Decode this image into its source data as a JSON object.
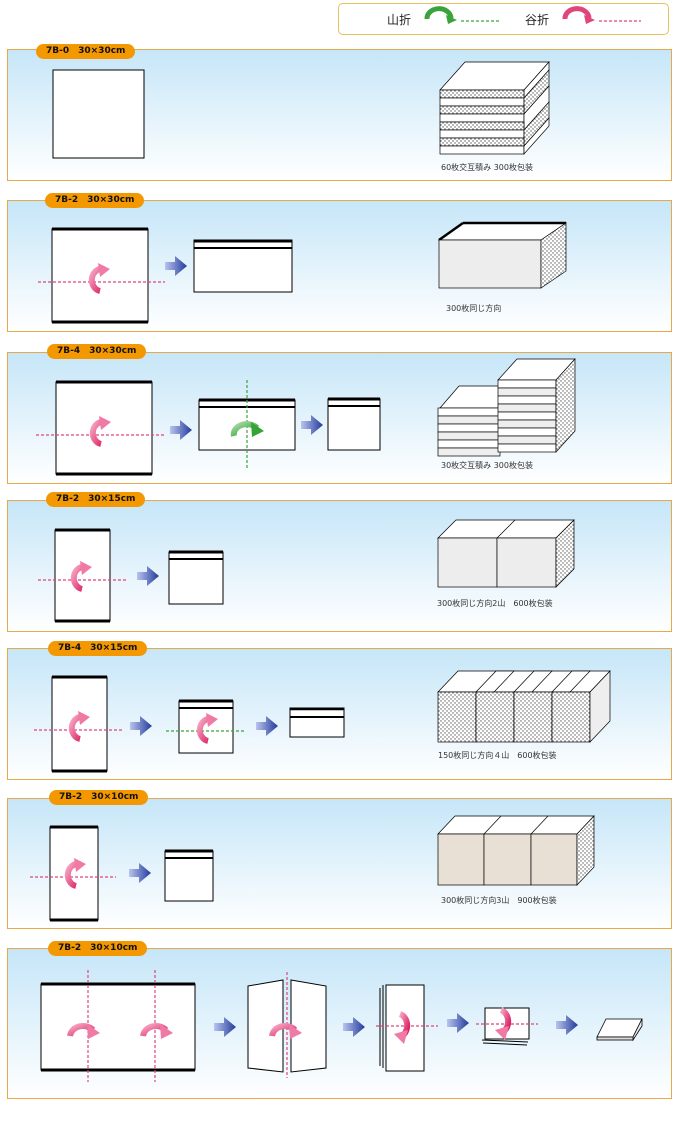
{
  "legend": {
    "mountain_fold": "山折",
    "valley_fold": "谷折",
    "mountain_color": "#3aa43a",
    "valley_color": "#e0457b"
  },
  "panels": [
    {
      "tag": "7B-0　30×30cm",
      "caption": "60枚交互積み 300枚包装"
    },
    {
      "tag": "7B-2　30×30cm",
      "caption": "300枚同じ方向"
    },
    {
      "tag": "7B-4　30×30cm",
      "caption": "30枚交互積み 300枚包装"
    },
    {
      "tag": "7B-2　30×15cm",
      "caption": "300枚同じ方向2山　600枚包装"
    },
    {
      "tag": "7B-4　30×15cm",
      "caption": "150枚同じ方向４山　600枚包装"
    },
    {
      "tag": "7B-2　30×10cm",
      "caption": "300枚同じ方向3山　900枚包装"
    },
    {
      "tag": "7B-2　30×10cm",
      "caption": ""
    }
  ],
  "colors": {
    "tag": "#f39800",
    "panel_border": "#e8a94a",
    "arrow": "#2b3d9a"
  }
}
